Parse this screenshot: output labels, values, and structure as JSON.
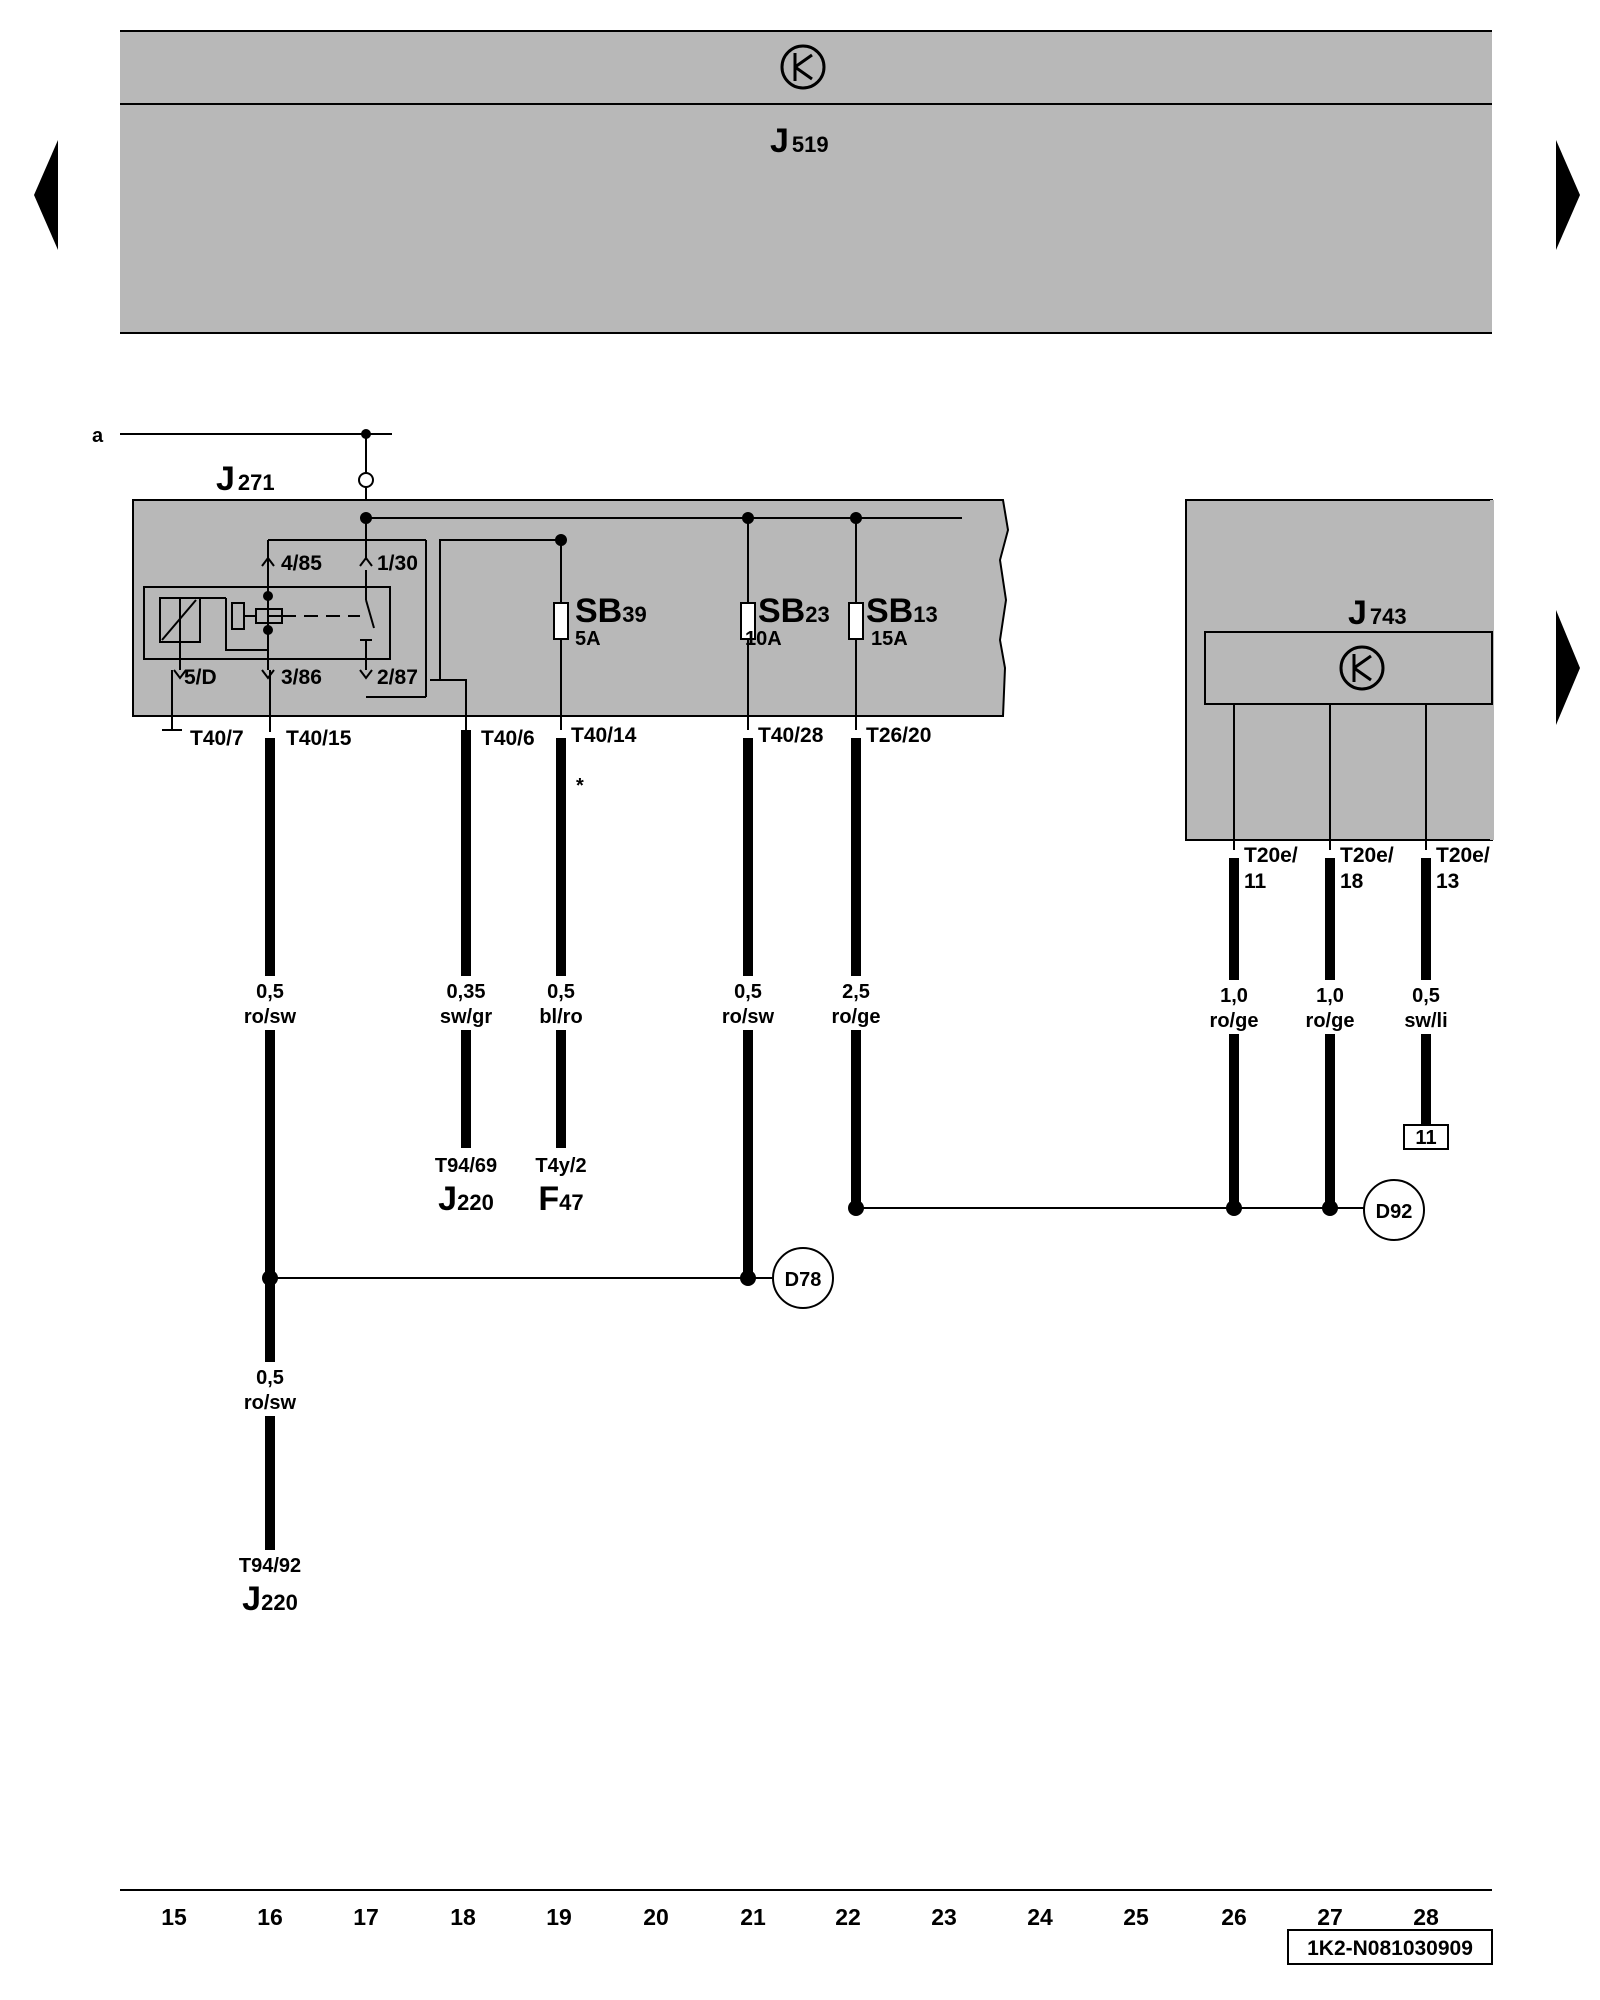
{
  "units": {
    "j519": {
      "name": "J",
      "number": "519"
    },
    "j271": {
      "name": "J",
      "number": "271"
    },
    "j743": {
      "name": "J",
      "number": "743"
    }
  },
  "fuses": [
    {
      "name": "SB",
      "number": "39",
      "rating": "5A"
    },
    {
      "name": "SB",
      "number": "23",
      "rating": "10A"
    },
    {
      "name": "SB",
      "number": "13",
      "rating": "15A"
    }
  ],
  "relay_pins": [
    "4/85",
    "1/30",
    "5/D",
    "3/86",
    "2/87"
  ],
  "line_a_label": "a",
  "connectors": [
    "T40/7",
    "T40/15",
    "T40/6",
    "T40/14",
    "T40/28",
    "T26/20"
  ],
  "j743_connectors": [
    {
      "line1": "T20e/",
      "line2": "11"
    },
    {
      "line1": "T20e/",
      "line2": "18"
    },
    {
      "line1": "T20e/",
      "line2": "13"
    }
  ],
  "asterisk": "*",
  "wires": [
    {
      "gauge": "0,5",
      "color": "ro/sw"
    },
    {
      "gauge": "0,35",
      "color": "sw/gr"
    },
    {
      "gauge": "0,5",
      "color": "bl/ro"
    },
    {
      "gauge": "0,5",
      "color": "ro/sw"
    },
    {
      "gauge": "2,5",
      "color": "ro/ge"
    },
    {
      "gauge": "1,0",
      "color": "ro/ge"
    },
    {
      "gauge": "1,0",
      "color": "ro/ge"
    },
    {
      "gauge": "0,5",
      "color": "sw/li"
    },
    {
      "gauge": "0,5",
      "color": "ro/sw"
    }
  ],
  "destinations": [
    {
      "pin": "T94/69",
      "name": "J",
      "number": "220"
    },
    {
      "pin": "T4y/2",
      "name": "F",
      "number": "47"
    },
    {
      "pin": "T94/92",
      "name": "J",
      "number": "220"
    }
  ],
  "ref_box": "11",
  "splices": [
    "D78",
    "D92"
  ],
  "columns": [
    "15",
    "16",
    "17",
    "18",
    "19",
    "20",
    "21",
    "22",
    "23",
    "24",
    "25",
    "26",
    "27",
    "28"
  ],
  "doc_id": "1K2-N081030909",
  "colors": {
    "housing": "#b8b8b8",
    "wire": "#000000",
    "background": "#ffffff"
  }
}
